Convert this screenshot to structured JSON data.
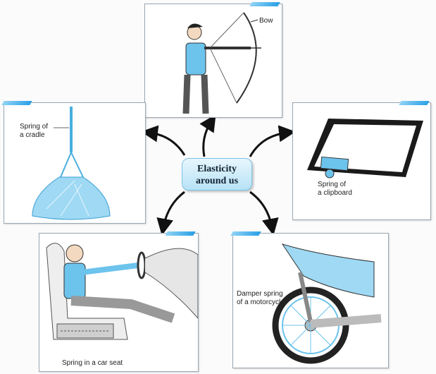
{
  "center_title": "Elasticity around us",
  "center_line1": "Elasticity",
  "center_line2": "around us",
  "panels": {
    "bow": {
      "label": "Bow"
    },
    "cradle": {
      "line1": "Spring of",
      "line2": "a cradle"
    },
    "clipboard": {
      "line1": "Spring of",
      "line2": "a clipboard"
    },
    "car_seat": {
      "label": "Spring in a car seat"
    },
    "motorcycle": {
      "line1": "Damper spring",
      "line2": "of a motorcycle"
    }
  },
  "colors": {
    "accent": "#2aa0e6",
    "illustration_blue": "#5cc0ea"
  }
}
